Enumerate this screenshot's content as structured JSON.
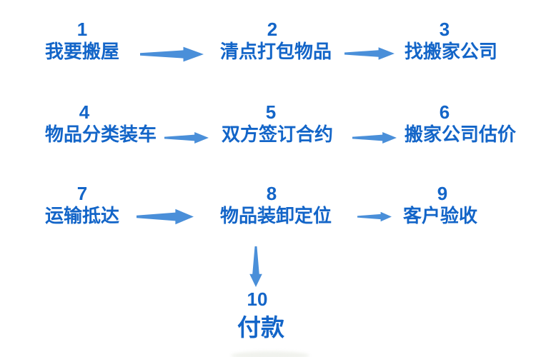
{
  "meta": {
    "background_color": "#ffffff",
    "text_color": "#1365c8",
    "arrow_color": "#4a8fd9",
    "diagram_type": "flowchart"
  },
  "flow": {
    "steps": [
      {
        "number": "1",
        "label": "我要搬屋"
      },
      {
        "number": "2",
        "label": "清点打包物品"
      },
      {
        "number": "3",
        "label": "找搬家公司"
      },
      {
        "number": "4",
        "label": "物品分类装车"
      },
      {
        "number": "5",
        "label": "双方签订合约"
      },
      {
        "number": "6",
        "label": "搬家公司估价"
      },
      {
        "number": "7",
        "label": "运输抵达"
      },
      {
        "number": "8",
        "label": "物品装卸定位"
      },
      {
        "number": "9",
        "label": "客户验收"
      },
      {
        "number": "10",
        "label": "付款"
      }
    ],
    "connections": [
      {
        "from": "1",
        "to": "2",
        "direction": "right"
      },
      {
        "from": "2",
        "to": "3",
        "direction": "right"
      },
      {
        "from": "4",
        "to": "5",
        "direction": "right"
      },
      {
        "from": "5",
        "to": "6",
        "direction": "right"
      },
      {
        "from": "7",
        "to": "8",
        "direction": "right"
      },
      {
        "from": "8",
        "to": "9",
        "direction": "right"
      },
      {
        "from": "8",
        "to": "10",
        "direction": "down"
      }
    ]
  }
}
